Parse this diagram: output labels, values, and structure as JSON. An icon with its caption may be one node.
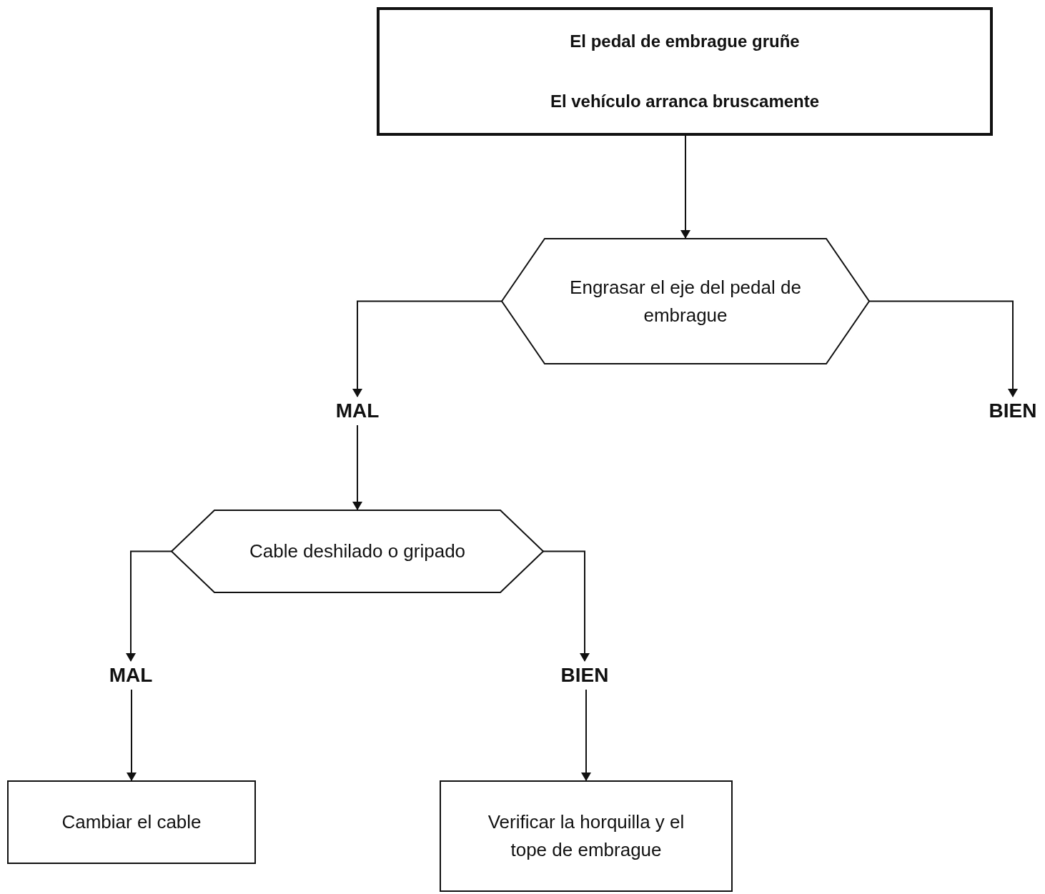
{
  "diagram": {
    "nodes": [
      {
        "text": [
          "El pedal de embrague gruñe",
          "El vehículo arranca bruscamente"
        ]
      },
      {
        "text": [
          "Engrasar el eje del pedal de embrague"
        ]
      },
      {
        "text": [
          "MAL"
        ]
      },
      {
        "text": [
          "BIEN"
        ]
      },
      {
        "text": [
          "Cable deshilado o gripado"
        ]
      },
      {
        "text": [
          "MAL"
        ]
      },
      {
        "text": [
          "BIEN"
        ]
      },
      {
        "text": [
          "Cambiar el cable"
        ]
      },
      {
        "text": [
          "Verificar la horquilla y el tope de embrague"
        ]
      }
    ],
    "edges": [
      {
        "from": 0,
        "to": 1,
        "arrow": "to"
      },
      {
        "from": 1,
        "to": 2,
        "arrow": "to"
      },
      {
        "from": 1,
        "to": 3,
        "arrow": "to"
      },
      {
        "from": 2,
        "to": 4,
        "arrow": "to"
      },
      {
        "from": 4,
        "to": 5,
        "arrow": "to"
      },
      {
        "from": 4,
        "to": 6,
        "arrow": "to"
      },
      {
        "from": 5,
        "to": 7,
        "arrow": "to"
      },
      {
        "from": 6,
        "to": 8,
        "arrow": "to"
      }
    ]
  }
}
